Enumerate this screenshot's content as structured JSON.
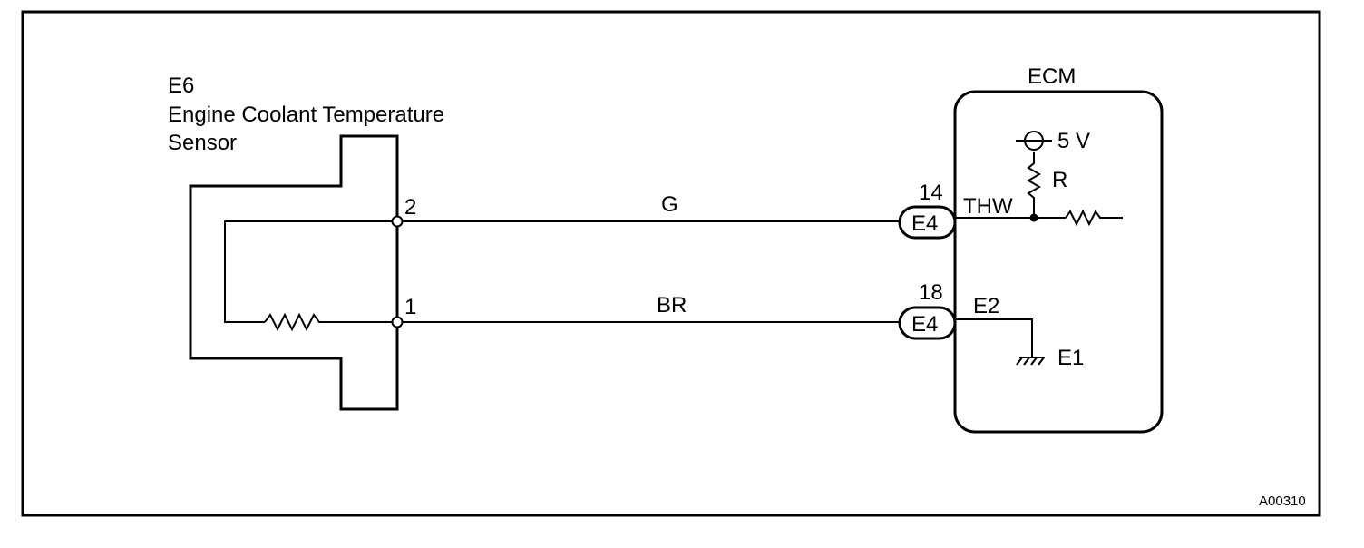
{
  "sensor": {
    "code": "E6",
    "name_line1": "Engine Coolant Temperature",
    "name_line2": "Sensor",
    "pin_2": "2",
    "pin_1": "1"
  },
  "wires": {
    "upper_color": "G",
    "lower_color": "BR"
  },
  "ecm": {
    "title": "ECM",
    "connector_upper_pin": "14",
    "connector_upper_label": "E4",
    "connector_lower_pin": "18",
    "connector_lower_label": "E4",
    "supply_voltage": "5 V",
    "pullup_resistor": "R",
    "thw_terminal": "THW",
    "e2_terminal": "E2",
    "e1_ground": "E1"
  },
  "figure_code": "A00310"
}
